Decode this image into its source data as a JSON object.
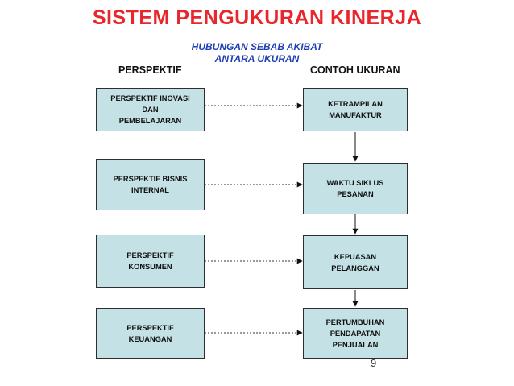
{
  "slide": {
    "title": "SISTEM PENGUKURAN KINERJA",
    "subtitle_line1": "HUBUNGAN SEBAB AKIBAT",
    "subtitle_line2": "ANTARA UKURAN",
    "col_left_header": "PERSPEKTIF",
    "col_right_header": "CONTOH UKURAN",
    "page_number": "9"
  },
  "perspectives": [
    {
      "label": "PERSPEKTIF INOVASI\nDAN\nPEMBELAJARAN"
    },
    {
      "label": "PERSPEKTIF BISNIS\nINTERNAL"
    },
    {
      "label": "PERSPEKTIF\nKONSUMEN"
    },
    {
      "label": "PERSPEKTIF\nKEUANGAN"
    }
  ],
  "measures": [
    {
      "label": "KETRAMPILAN\nMANUFAKTUR"
    },
    {
      "label": "WAKTU SIKLUS\nPESANAN"
    },
    {
      "label": "KEPUASAN\nPELANGGAN"
    },
    {
      "label": "PERTUMBUHAN\nPENDAPATAN\nPENJUALAN"
    }
  ],
  "colors": {
    "title": "#e8262b",
    "subtitle": "#1f3fb3",
    "box_fill": "#c4e2e6",
    "box_border": "#2e2e2e"
  }
}
